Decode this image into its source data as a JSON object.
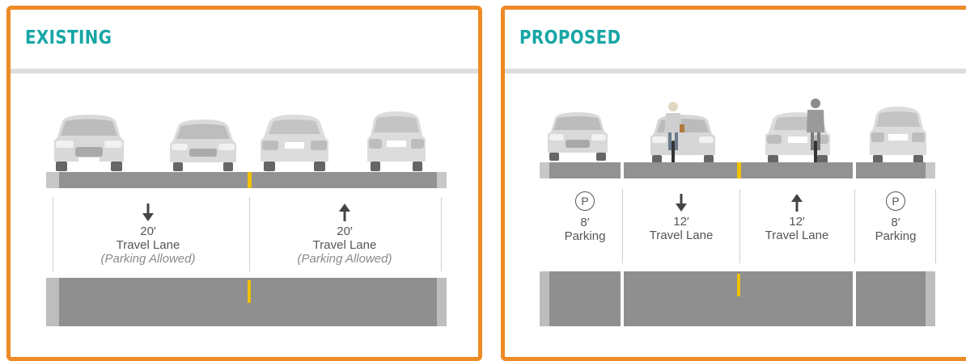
{
  "existing": {
    "title": "EXISTING",
    "lanes": [
      {
        "direction": "down",
        "width": "20′",
        "name": "Travel Lane",
        "note": "(Parking Allowed)"
      },
      {
        "direction": "up",
        "width": "20′",
        "name": "Travel Lane",
        "note": "(Parking Allowed)"
      }
    ]
  },
  "proposed": {
    "title": "PROPOSED",
    "parking_symbol": "P",
    "lanes": [
      {
        "icon": "parking",
        "width": "8′",
        "name": "Parking"
      },
      {
        "direction": "down",
        "width": "12′",
        "name": "Travel Lane"
      },
      {
        "direction": "up",
        "width": "12′",
        "name": "Travel Lane"
      },
      {
        "icon": "parking",
        "width": "8′",
        "name": "Parking"
      }
    ]
  },
  "colors": {
    "border": "#ee8a26",
    "title": "#17a6a6",
    "road": "#929292",
    "center_line": "#f2c200"
  }
}
